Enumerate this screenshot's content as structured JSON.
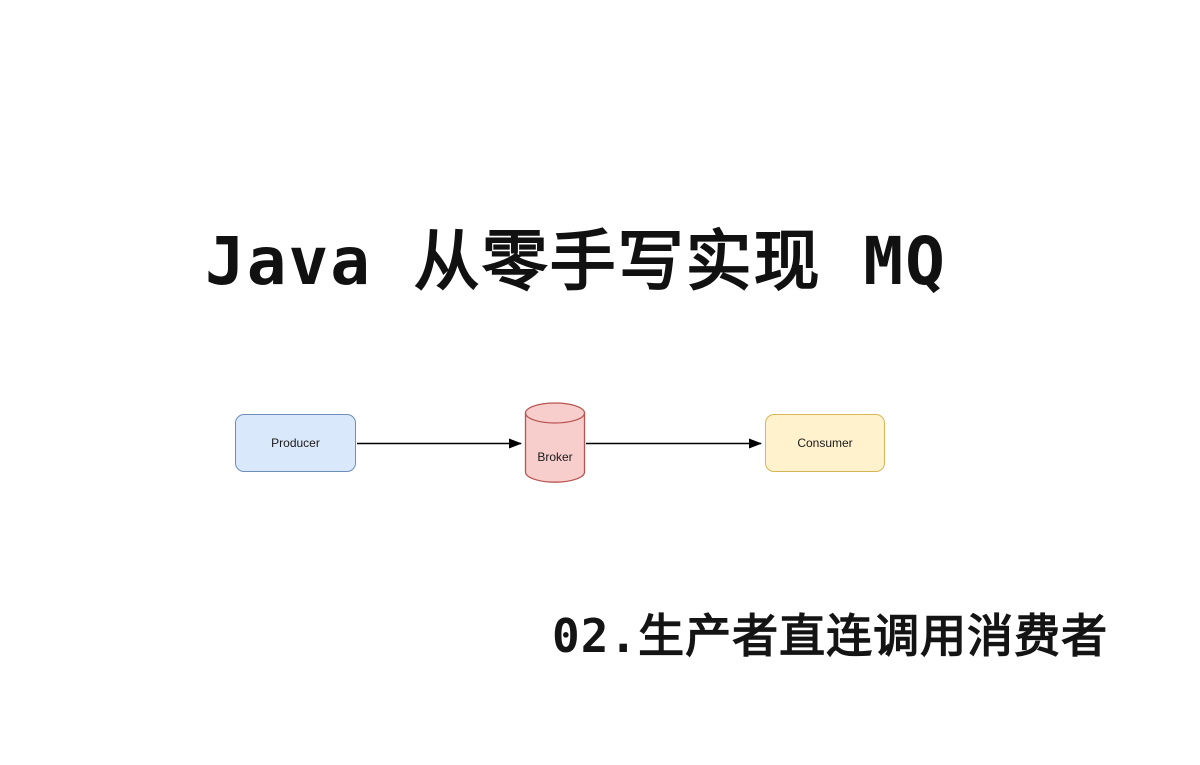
{
  "title": {
    "text": "Java 从零手写实现 MQ"
  },
  "caption": {
    "text": "02.生产者直连调用消费者"
  },
  "diagram": {
    "nodes": [
      {
        "id": "producer",
        "label": "Producer",
        "shape": "rounded-rect",
        "fill": "#dae8fc",
        "border": "#6c8ebf"
      },
      {
        "id": "broker",
        "label": "Broker",
        "shape": "cylinder",
        "fill": "#f8cecc",
        "border": "#b85450"
      },
      {
        "id": "consumer",
        "label": "Consumer",
        "shape": "rounded-rect",
        "fill": "#fff2cc",
        "border": "#d6b656"
      }
    ],
    "edges": [
      {
        "from": "producer",
        "to": "broker"
      },
      {
        "from": "broker",
        "to": "consumer"
      }
    ],
    "arrow_color": "#000000"
  },
  "page": {
    "background": "#ffffff",
    "text_color": "#111111"
  }
}
